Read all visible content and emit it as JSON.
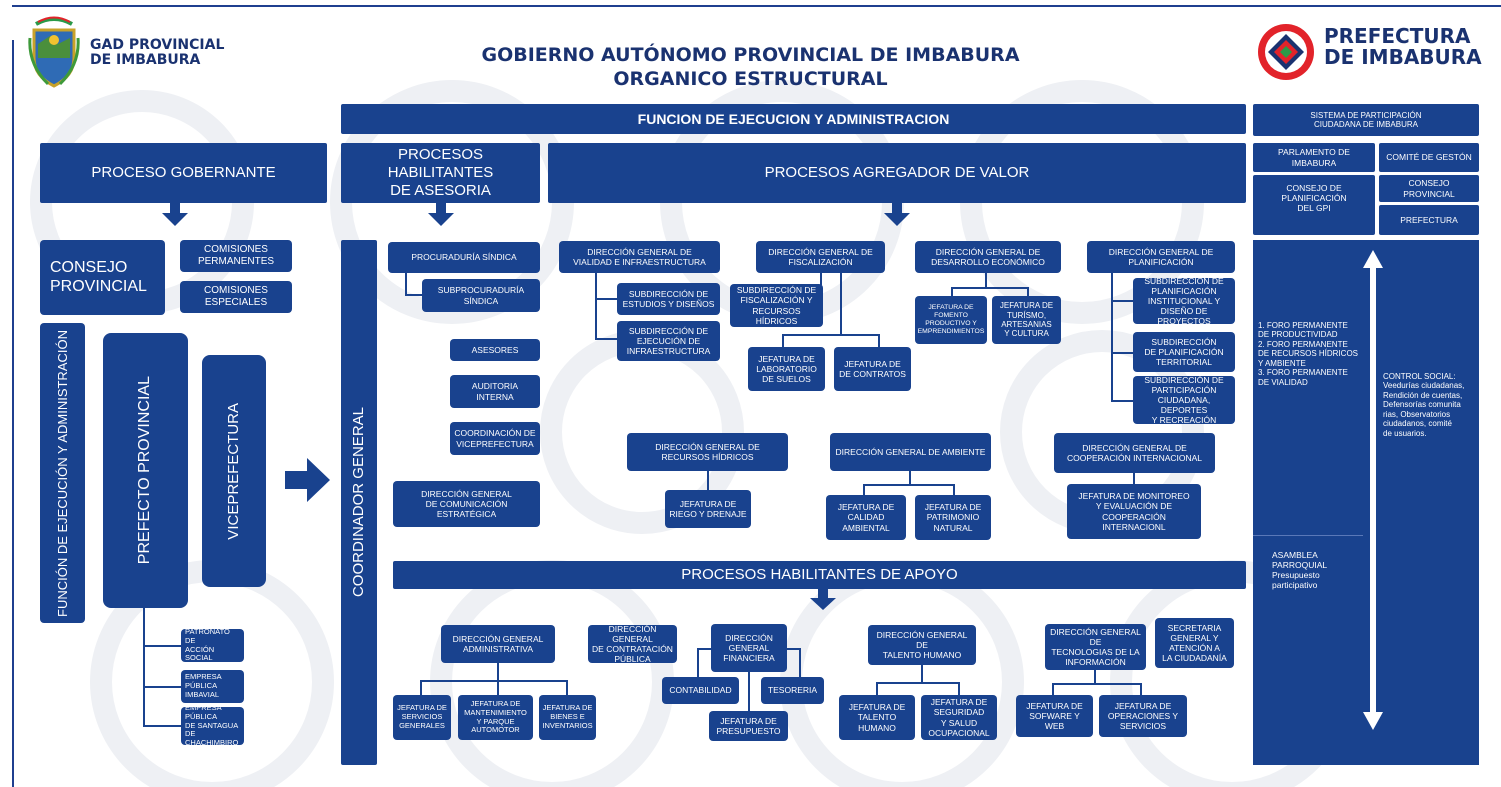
{
  "header": {
    "left_logo_text": "GAD PROVINCIAL\nDE IMBABURA",
    "title_line1": "GOBIERNO  AUTÓNOMO PROVINCIAL DE IMBABURA",
    "title_line2": "ORGANICO ESTRUCTURAL",
    "right_logo_text": "PREFECTURA\nDE IMBABURA"
  },
  "top_bar": "FUNCION DE EJECUCION Y ADMINISTRACION",
  "process_headers": {
    "gobernante": "PROCESO GOBERNANTE",
    "asesoria": "PROCESOS HABILITANTES\nDE ASESORIA",
    "agregador": "PROCESOS  AGREGADOR DE VALOR",
    "apoyo": "PROCESOS HABILITANTES DE APOYO"
  },
  "gobernante": {
    "consejo": "CONSEJO\nPROVINCIAL",
    "comisiones_permanentes": "COMISIONES\nPERMANENTES",
    "comisiones_especiales": "COMISIONES\nESPECIALES",
    "funcion_vertical": "FUNCIÓN DE EJECUCIÓN Y ADMINISTRACIÓN",
    "prefecto": "PREFECTO PROVINCIAL",
    "viceprefectura": "VICEPREFECTURA",
    "patronato": "PATRONATO DE\nACCIÓN SOCIAL",
    "imbavial": "EMPRESA PÚBLICA\nIMBAVIAL",
    "chachimbiro": "EMPRESA PÚBLICA\nDE SANTAGUA DE\nCHACHIMBIRO"
  },
  "coordinador": "COORDINADOR GENERAL",
  "asesoria": {
    "procuraduria": "PROCURADURÍA SÍNDICA",
    "subprocuraduria": "SUBPROCURADURÍA\nSÍNDICA",
    "asesores": "ASESORES",
    "auditoria": "AUDITORIA\nINTERNA",
    "coord_vice": "COORDINACIÓN DE\nVICEPREFECTURA",
    "comunicacion": "DIRECCIÓN GENERAL\nDE COMUNICACIÓN\nESTRATÉGICA"
  },
  "agregador": {
    "vialidad": "DIRECCIÓN GENERAL DE\nVIALIDAD E INFRAESTRUCTURA",
    "sub_estudios": "SUBDIRECCIÓN DE\nESTUDIOS Y DISEÑOS",
    "sub_ejecucion": "SUBDIRECCIÓN DE\nEJECUCIÓN DE\nINFRAESTRUCTURA",
    "fiscalizacion": "DIRECCIÓN GENERAL DE\nFISCALIZACIÓN",
    "sub_fiscalizacion": "SUBDIRECCIÓN DE\nFISCALIZACIÓN Y\nRECURSOS HÍDRICOS",
    "jef_laboratorio": "JEFATURA DE\nLABORATORIO\nDE SUELOS",
    "jef_contratos": "JEFATURA DE\nDE CONTRATOS",
    "desarrollo": "DIRECCIÓN GENERAL DE\nDESARROLLO ECONÓMICO",
    "jef_fomento": "JEFATURA DE\nFOMENTO\nPRODUCTIVO Y\nEMPRENDIMIENTOS",
    "jef_turismo": "JEFATURA DE\nTURÍSMO,\nARTESANIAS\nY CULTURA",
    "planificacion": "DIRECCIÓN GENERAL DE\nPLANIFICACIÓN",
    "sub_plan_inst": "SUBDIRECCIÓN DE\nPLANIFICACIÓN\nINSTITUCIONAL Y\nDISEÑO DE PROYECTOS",
    "sub_plan_terr": "SUBDIRECCIÓN\nDE PLANIFICACIÓN\nTERRITORIAL",
    "sub_participacion": "SUBDIRECCIÓN DE\nPARTICIPACIÓN\nCIUDADANA, DEPORTES\nY RECREACIÓN",
    "recursos_hidricos": "DIRECCIÓN GENERAL DE\nRECURSOS HÍDRICOS",
    "jef_riego": "JEFATURA DE\nRIEGO Y DRENAJE",
    "ambiente": "DIRECCIÓN GENERAL DE  AMBIENTE",
    "jef_calidad": "JEFATURA DE\nCALIDAD\nAMBIENTAL",
    "jef_patrimonio": "JEFATURA DE\nPATRIMONIO\nNATURAL",
    "cooperacion": "DIRECCIÓN GENERAL DE\nCOOPERACIÓN INTERNACIONAL",
    "jef_monitoreo": "JEFATURA DE MONITOREO\nY EVALUACIÓN DE\nCOOPERACIÓN INTERNACIONL"
  },
  "apoyo": {
    "administrativa": "DIRECCIÓN GENERAL\nADMINISTRATIVA",
    "jef_servicios": "JEFATURA DE\nSERVICIOS\nGENERALES",
    "jef_mantenimiento": "JEFATURA DE\nMANTENIMIENTO\nY PARQUE\nAUTOMOTOR",
    "jef_bienes": "JEFATURA DE\nBIENES E\nINVENTARIOS",
    "contratacion": "DIRECCIÓN GENERAL\nDE CONTRATACIÓN\nPÚBLICA",
    "financiera": "DIRECCIÓN\nGENERAL\nFINANCIERA",
    "contabilidad": "CONTABILIDAD",
    "tesoreria": "TESORERIA",
    "presupuesto": "JEFATURA DE\nPRESUPUESTO",
    "talento": "DIRECCIÓN GENERAL DE\nTALENTO HUMANO",
    "jef_talento": "JEFATURA DE\nTALENTO\nHUMANO",
    "jef_seguridad": "JEFATURA DE\nSEGURIDAD\nY SALUD\nOCUPACIONAL",
    "tecnologias": "DIRECCIÓN GENERAL DE\nTECNOLOGIAS DE LA\nINFORMACIÓN",
    "jef_software": "JEFATURA DE\nSOFWARE Y WEB",
    "jef_operaciones": "JEFATURA DE\nOPERACIONES Y\nSERVICIOS",
    "secretaria": "SECRETARIA\nGENERAL Y\nATENCIÓN A\nLA CIUDADANÍA"
  },
  "participacion": {
    "sistema": "SISTEMA DE PARTICIPACIÓN\nCIUDADANA DE IMBABURA",
    "parlamento": "PARLAMENTO DE IMBABURA",
    "comite": "COMITÉ DE GESTÓN",
    "consejo_planificacion": "CONSEJO DE\nPLANIFICACIÓN\nDEL GPI",
    "consejo_provincial": "CONSEJO PROVINCIAL",
    "prefectura": "PREFECTURA",
    "foros": "1. FORO PERMANENTE\nDE PRODUCTIVIDAD\n2. FORO PERMANENTE\nDE RECURSOS HÍDRICOS\nY AMBIENTE\n3. FORO PERMANENTE\nDE VIALIDAD",
    "control_social": "CONTROL SOCIAL:\nVeedurías ciudadanas,\nRendición de cuentas,\nDefensorías comunita\nrias, Observatorios\nciudadanos, comité\nde usuarios.",
    "asamblea": "ASAMBLEA\nPARROQUIAL\nPresupuesto\nparticipativo"
  },
  "colors": {
    "primary_blue": "#19428e",
    "title_blue": "#1a3270",
    "logo_red": "#e2232a",
    "logo_green": "#2a9a48"
  }
}
